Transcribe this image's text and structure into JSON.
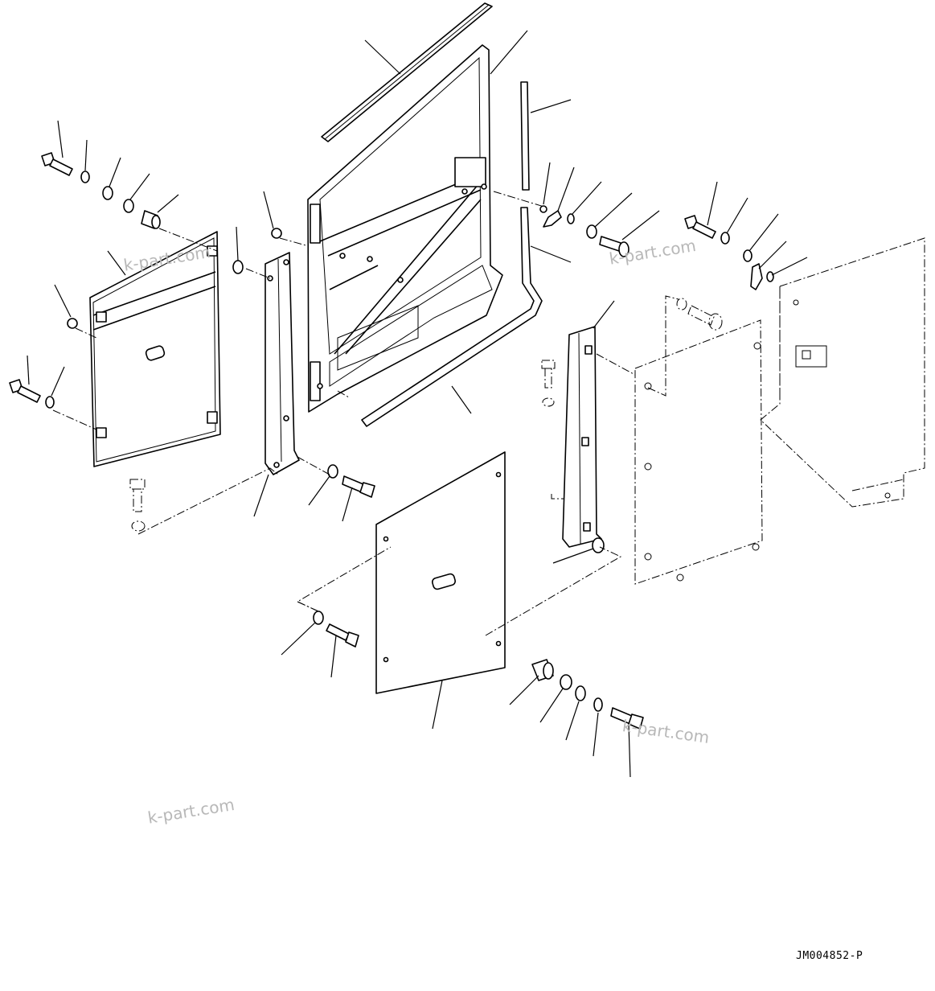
{
  "diagram": {
    "drawing_number": "JM004852-P",
    "watermarks": [
      "k-part.com",
      "k-part.com",
      "k-part.com",
      "k-part.com"
    ]
  }
}
